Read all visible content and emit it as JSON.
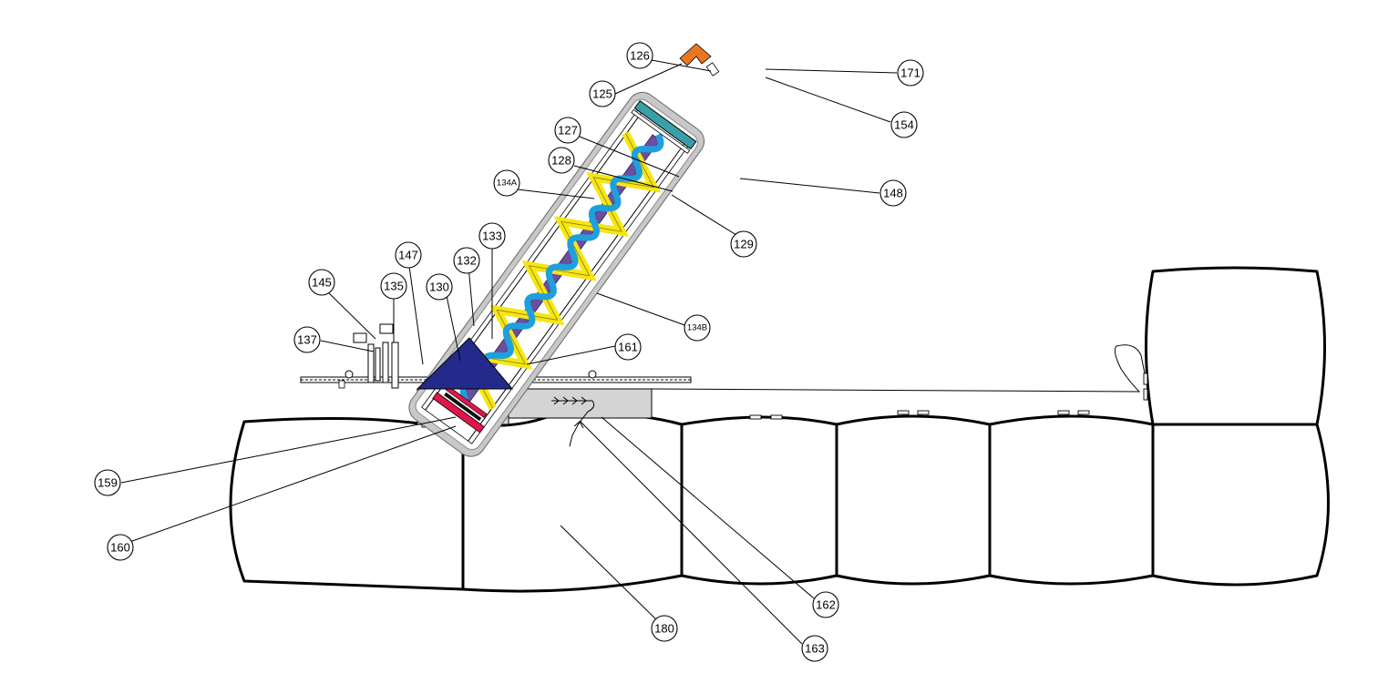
{
  "figure": {
    "callouts": [
      {
        "id": "c126",
        "label": "126"
      },
      {
        "id": "c125",
        "label": "125"
      },
      {
        "id": "c171",
        "label": "171"
      },
      {
        "id": "c154",
        "label": "154"
      },
      {
        "id": "c127",
        "label": "127"
      },
      {
        "id": "c128",
        "label": "128"
      },
      {
        "id": "c134a",
        "label": "134A"
      },
      {
        "id": "c148",
        "label": "148"
      },
      {
        "id": "c129",
        "label": "129"
      },
      {
        "id": "c147",
        "label": "147"
      },
      {
        "id": "c133",
        "label": "133"
      },
      {
        "id": "c132",
        "label": "132"
      },
      {
        "id": "c130",
        "label": "130"
      },
      {
        "id": "c145",
        "label": "145"
      },
      {
        "id": "c135",
        "label": "135"
      },
      {
        "id": "c137",
        "label": "137"
      },
      {
        "id": "c134b",
        "label": "134B"
      },
      {
        "id": "c161",
        "label": "161"
      },
      {
        "id": "c159",
        "label": "159"
      },
      {
        "id": "c160",
        "label": "160"
      },
      {
        "id": "c162",
        "label": "162"
      },
      {
        "id": "c180",
        "label": "180"
      },
      {
        "id": "c163",
        "label": "163"
      }
    ]
  },
  "colors": {
    "flight_yellow": "#f5e614",
    "shaft_purple": "#6a4fa0",
    "wire_blue": "#1ea0dc",
    "hopper_navy": "#232a8c",
    "seal_red": "#e0164b",
    "cap_teal": "#3aa0a8",
    "bracket_orange": "#e87722",
    "tube_grey": "#c8c8c8",
    "base_grey": "#d4d4d4"
  }
}
